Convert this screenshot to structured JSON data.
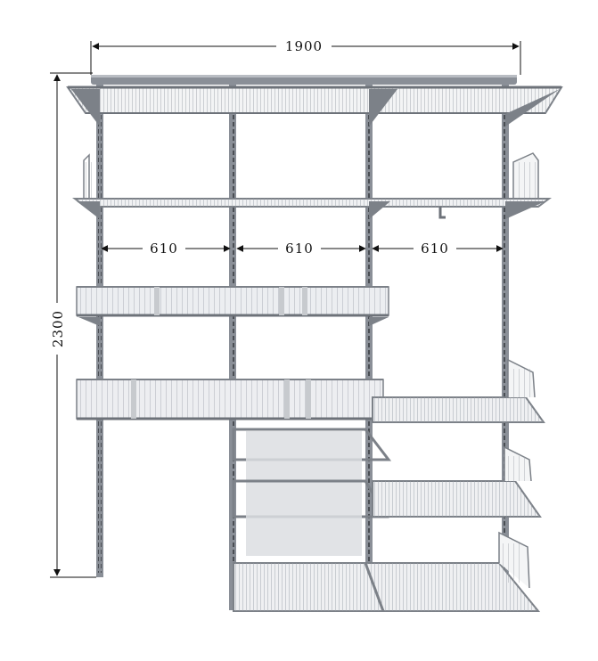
{
  "dimensions": {
    "total_width": "1900",
    "total_height": "2300",
    "bay_widths": [
      "610",
      "610",
      "610"
    ]
  },
  "colors": {
    "frame": "#8a8f97",
    "frame_dark": "#5f646b",
    "wire": "#9aa0a8",
    "basket_fill": "#e9ebee",
    "drawer_fill": "#dcdee2",
    "dimension_line": "#111111"
  }
}
